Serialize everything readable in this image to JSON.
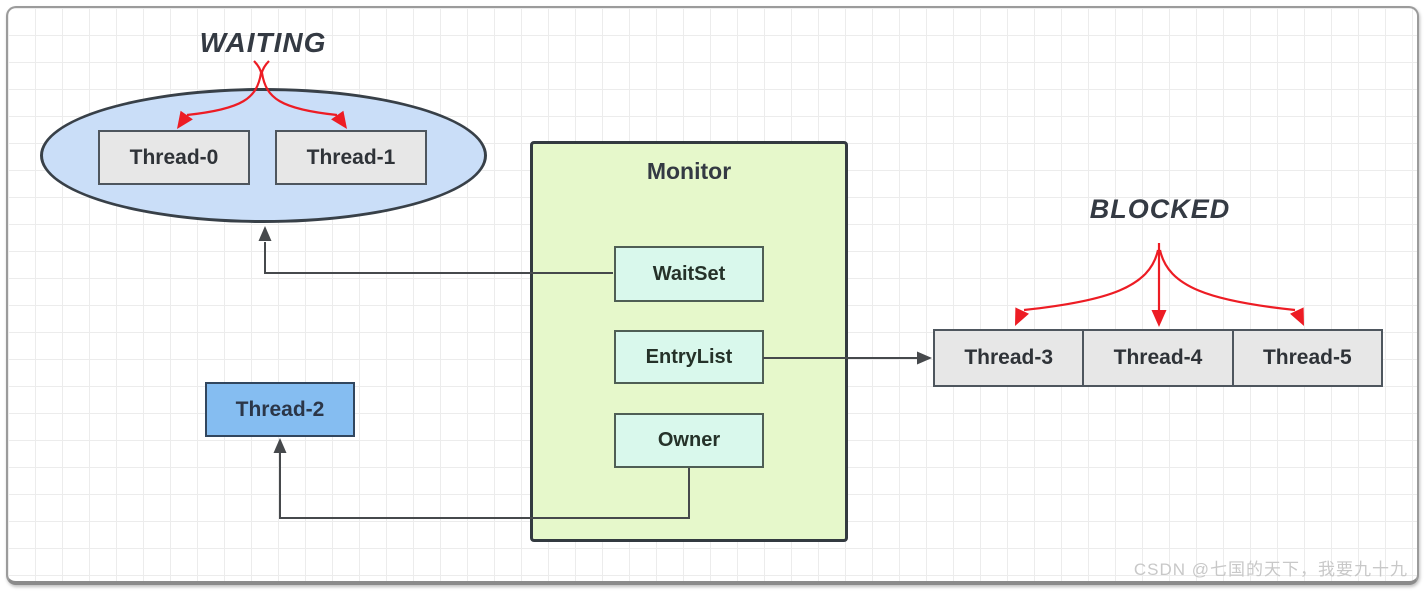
{
  "waiting": {
    "title": "WAITING",
    "threads": [
      {
        "label": "Thread-0"
      },
      {
        "label": "Thread-1"
      }
    ]
  },
  "monitor": {
    "title": "Monitor",
    "slots": [
      {
        "label": "WaitSet"
      },
      {
        "label": "EntryList"
      },
      {
        "label": "Owner"
      }
    ]
  },
  "blocked": {
    "title": "BLOCKED",
    "threads": [
      {
        "label": "Thread-3"
      },
      {
        "label": "Thread-4"
      },
      {
        "label": "Thread-5"
      }
    ]
  },
  "owner_thread": {
    "label": "Thread-2"
  },
  "watermark": {
    "text": "CSDN @七国的天下，我要九十九"
  },
  "edges": [
    {
      "from": "WaitSet",
      "to": "waiting-ellipse",
      "style": "dark-arrow"
    },
    {
      "from": "EntryList",
      "to": "Thread-3",
      "style": "dark-arrow"
    },
    {
      "from": "Owner",
      "to": "Thread-2",
      "style": "dark-arrow"
    },
    {
      "from": "WAITING-label",
      "to": "Thread-0 / Thread-1",
      "style": "red-fork"
    },
    {
      "from": "BLOCKED-label",
      "to": "Thread-3 / Thread-4 / Thread-5",
      "style": "red-fan"
    }
  ],
  "colors": {
    "red": "#ed1c24",
    "arrow_dark": "#46494c",
    "ellipse_fill": "#cadef8",
    "ellipse_border": "#384048",
    "thread_gray_fill": "#e7e7e7",
    "thread_gray_border": "#4e565e",
    "monitor_fill": "#e6f8cb",
    "monitor_border": "#333a40",
    "slot_fill": "#d9f8ec",
    "slot_border": "#4f5f55",
    "thread2_fill": "#85bdf1",
    "thread2_border": "#31465e",
    "label_dark": "#2f3338",
    "title_dark": "#343a43",
    "watermark_color": "#c8c8c8",
    "grid_line": "#ececec",
    "frame_border": "#9b9b9b"
  }
}
